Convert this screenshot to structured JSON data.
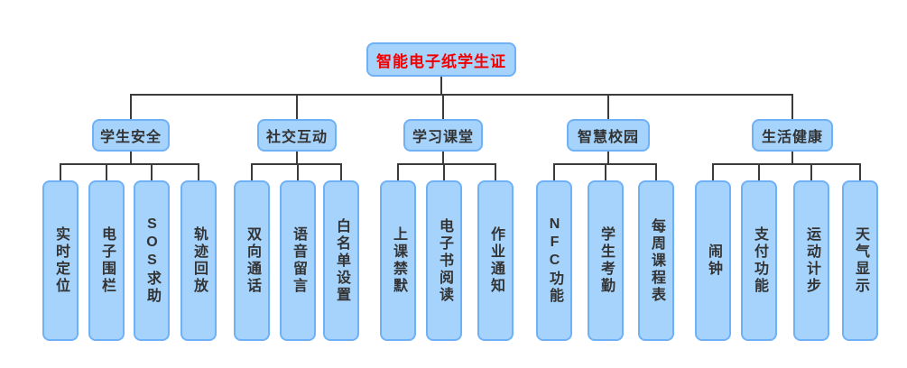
{
  "root": {
    "label": "智能电子纸学生证"
  },
  "groups": [
    {
      "label": "学生安全",
      "children": [
        "实时定位",
        "电子围栏",
        "SOS求助",
        "轨迹回放"
      ]
    },
    {
      "label": "社交互动",
      "children": [
        "双向通话",
        "语音留言",
        "白名单设置"
      ]
    },
    {
      "label": "学习课堂",
      "children": [
        "上课禁默",
        "电子书阅读",
        "作业通知"
      ]
    },
    {
      "label": "智慧校园",
      "children": [
        "NFC功能",
        "学生考勤",
        "每周课程表"
      ]
    },
    {
      "label": "生活健康",
      "children": [
        "闹钟",
        "支付功能",
        "运动计步",
        "天气显示"
      ]
    }
  ],
  "colors": {
    "node_fill": "#a6d3fb",
    "node_border": "#6fb1f6",
    "connector": "#3b3b3b",
    "root_text": "#f20000",
    "node_text": "#333333"
  }
}
